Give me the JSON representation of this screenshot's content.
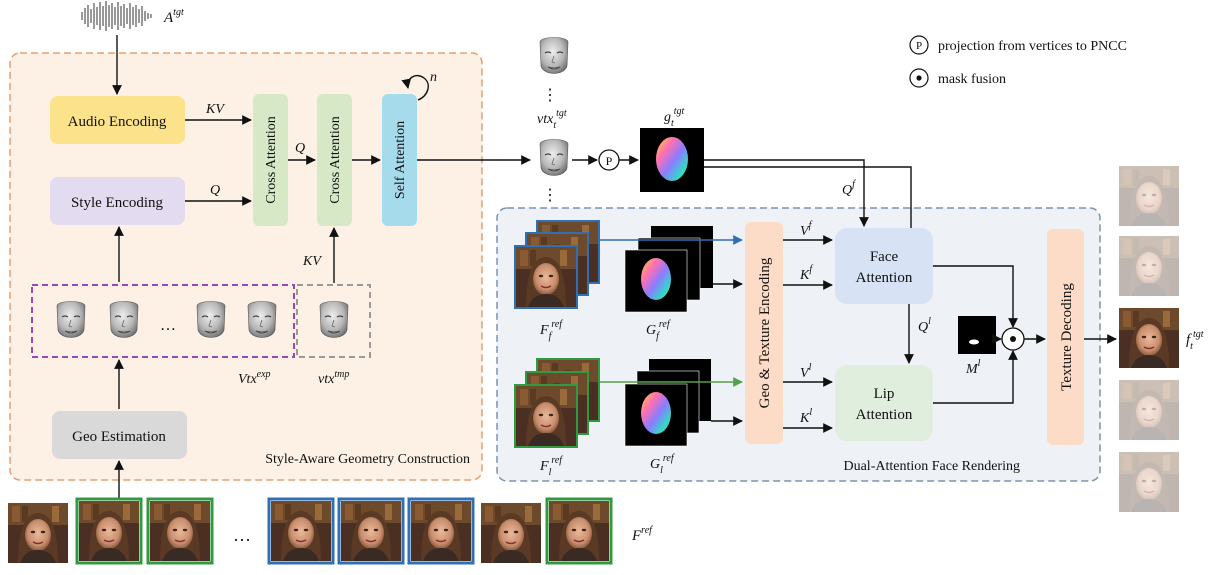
{
  "colors": {
    "left_panel_bg": "#fdf0e4",
    "left_panel_border": "#e4a070",
    "right_panel_bg": "#eef1f6",
    "right_panel_border": "#7d93ad",
    "audio_box": "#fde28c",
    "style_box": "#e3dbef",
    "cross_attn": "#d6e8c6",
    "self_attn": "#a6dbeb",
    "geo_est": "#d9d9d9",
    "geo_texture": "#fcdcc6",
    "face_attn": "#d7e3f5",
    "lip_attn": "#dfeedd",
    "texture_decoding": "#fcdcc6",
    "blue_frame": "#2f6fb4",
    "green_frame": "#2f9a3f",
    "purple_dash": "#9747b8",
    "gray_dash": "#9a9a9a"
  },
  "legend": {
    "projection_symbol": "P",
    "projection_text": "projection from vertices to PNCC",
    "fusion_text": "mask fusion"
  },
  "left_panel": {
    "title": "Style-Aware Geometry Construction",
    "audio_encoding": "Audio Encoding",
    "style_encoding": "Style Encoding",
    "cross_attention_1": "Cross Attention",
    "cross_attention_2": "Cross Attention",
    "self_attention": "Self Attention",
    "geo_estimation": "Geo Estimation",
    "ellipsis": "…",
    "loop_n": "n"
  },
  "right_panel": {
    "title": "Dual-Attention Face Rendering",
    "geo_texture_encoding": "Geo & Texture Encoding",
    "face_attention_line1": "Face",
    "face_attention_line2": "Attention",
    "lip_attention_line1": "Lip",
    "lip_attention_line2": "Attention",
    "texture_decoding": "Texture Decoding",
    "fusion_symbol": "•"
  },
  "math": {
    "A": "A",
    "A_sup": "tgt",
    "KV": "KV",
    "Q": "Q",
    "vtx_t": "vtx",
    "vtx_t_sub": "t",
    "vtx_t_sup": "tgt",
    "g_t": "g",
    "g_t_sub": "t",
    "g_t_sup": "tgt",
    "Vtx_exp": "Vtx",
    "Vtx_exp_sup": "exp",
    "vtx_tmp": "vtx",
    "vtx_tmp_sup": "tmp",
    "Qf": "Q",
    "Qf_sup": "f",
    "Vf": "V",
    "Vf_sup": "f",
    "Kf": "K",
    "Kf_sup": "f",
    "Ql": "Q",
    "Ql_sup": "l",
    "Vl": "V",
    "Vl_sup": "l",
    "Kl": "K",
    "Kl_sup": "l",
    "Ml": "M",
    "Ml_sup": "l",
    "Ff": "F",
    "Ff_sub": "f",
    "Ff_sup": "ref",
    "Gf": "G",
    "Gf_sub": "f",
    "Gf_sup": "ref",
    "Fl": "F",
    "Fl_sub": "l",
    "Fl_sup": "ref",
    "Gl": "G",
    "Gl_sub": "l",
    "Gl_sup": "ref",
    "ft": "f",
    "ft_sub": "t",
    "ft_sup": "tgt",
    "Fref": "F",
    "Fref_sup": "ref",
    "bottom_ellipsis": "…",
    "vertical_ellipsis": "⋮"
  }
}
